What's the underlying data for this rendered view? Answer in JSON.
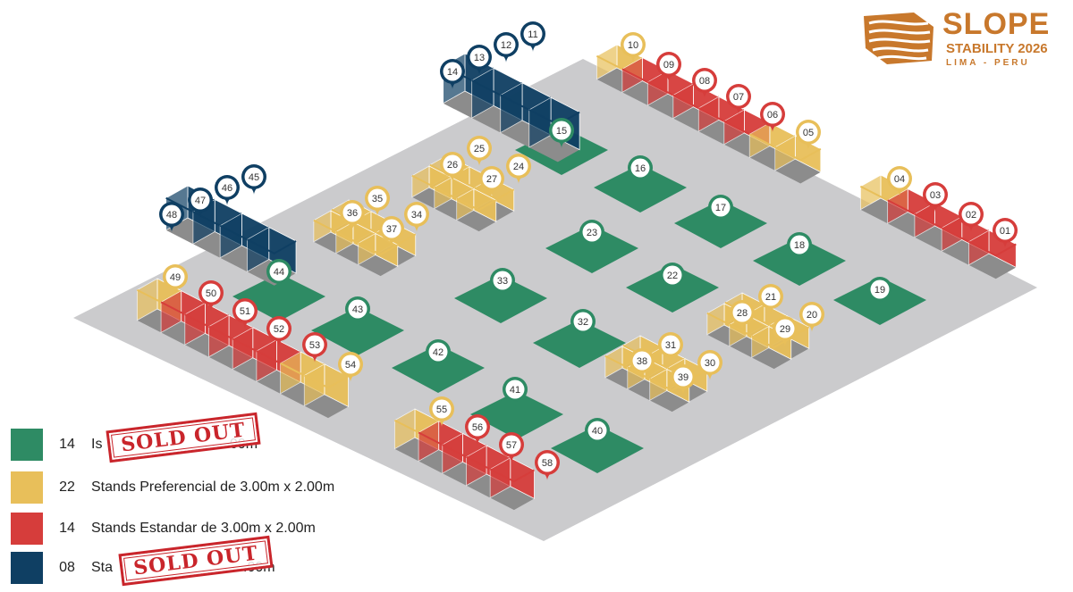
{
  "colors": {
    "isla": "#2e8b64",
    "preferencial": "#e8bf5a",
    "estandar": "#d63d3b",
    "blue": "#0f3f63",
    "floor": "#cbcbcd",
    "brand": "#c8782c",
    "stamp": "#c9252b"
  },
  "logo": {
    "title": "SLOPE",
    "subtitle": "STABILITY 2026",
    "city": "LIMA - PERU",
    "mark_icon": "slope-logo-icon"
  },
  "legend": [
    {
      "key": "isla",
      "count": "14",
      "label": "Is",
      "label_tail": ".00m",
      "sold_out": "SOLD OUT"
    },
    {
      "key": "preferencial",
      "count": "22",
      "label": "Stands Preferencial de 3.00m x 2.00m"
    },
    {
      "key": "estandar",
      "count": "14",
      "label": "Stands Estandar de 3.00m x 2.00m"
    },
    {
      "key": "blue",
      "count": "08",
      "label": "Sta",
      "label_tail": ".00m",
      "sold_out": "SOLD OUT"
    }
  ],
  "pins": [
    {
      "n": "01",
      "c": "estandar"
    },
    {
      "n": "02",
      "c": "estandar"
    },
    {
      "n": "03",
      "c": "estandar"
    },
    {
      "n": "04",
      "c": "preferencial"
    },
    {
      "n": "05",
      "c": "preferencial"
    },
    {
      "n": "06",
      "c": "estandar"
    },
    {
      "n": "07",
      "c": "estandar"
    },
    {
      "n": "08",
      "c": "estandar"
    },
    {
      "n": "09",
      "c": "estandar"
    },
    {
      "n": "10",
      "c": "preferencial"
    },
    {
      "n": "11",
      "c": "blue"
    },
    {
      "n": "12",
      "c": "blue"
    },
    {
      "n": "13",
      "c": "blue"
    },
    {
      "n": "14",
      "c": "blue"
    },
    {
      "n": "15",
      "c": "isla"
    },
    {
      "n": "16",
      "c": "isla"
    },
    {
      "n": "17",
      "c": "isla"
    },
    {
      "n": "18",
      "c": "isla"
    },
    {
      "n": "19",
      "c": "isla"
    },
    {
      "n": "20",
      "c": "preferencial"
    },
    {
      "n": "21",
      "c": "preferencial"
    },
    {
      "n": "22",
      "c": "isla"
    },
    {
      "n": "23",
      "c": "isla"
    },
    {
      "n": "24",
      "c": "preferencial"
    },
    {
      "n": "25",
      "c": "preferencial"
    },
    {
      "n": "26",
      "c": "preferencial"
    },
    {
      "n": "27",
      "c": "preferencial"
    },
    {
      "n": "28",
      "c": "preferencial"
    },
    {
      "n": "29",
      "c": "preferencial"
    },
    {
      "n": "30",
      "c": "preferencial"
    },
    {
      "n": "31",
      "c": "preferencial"
    },
    {
      "n": "32",
      "c": "isla"
    },
    {
      "n": "33",
      "c": "isla"
    },
    {
      "n": "34",
      "c": "preferencial"
    },
    {
      "n": "35",
      "c": "preferencial"
    },
    {
      "n": "36",
      "c": "preferencial"
    },
    {
      "n": "37",
      "c": "preferencial"
    },
    {
      "n": "38",
      "c": "preferencial"
    },
    {
      "n": "39",
      "c": "preferencial"
    },
    {
      "n": "40",
      "c": "isla"
    },
    {
      "n": "41",
      "c": "isla"
    },
    {
      "n": "42",
      "c": "isla"
    },
    {
      "n": "43",
      "c": "isla"
    },
    {
      "n": "44",
      "c": "isla"
    },
    {
      "n": "45",
      "c": "blue"
    },
    {
      "n": "46",
      "c": "blue"
    },
    {
      "n": "47",
      "c": "blue"
    },
    {
      "n": "48",
      "c": "blue"
    },
    {
      "n": "49",
      "c": "preferencial"
    },
    {
      "n": "50",
      "c": "estandar"
    },
    {
      "n": "51",
      "c": "estandar"
    },
    {
      "n": "52",
      "c": "estandar"
    },
    {
      "n": "53",
      "c": "estandar"
    },
    {
      "n": "54",
      "c": "preferencial"
    },
    {
      "n": "55",
      "c": "preferencial"
    },
    {
      "n": "56",
      "c": "estandar"
    },
    {
      "n": "57",
      "c": "estandar"
    },
    {
      "n": "58",
      "c": "estandar"
    }
  ]
}
